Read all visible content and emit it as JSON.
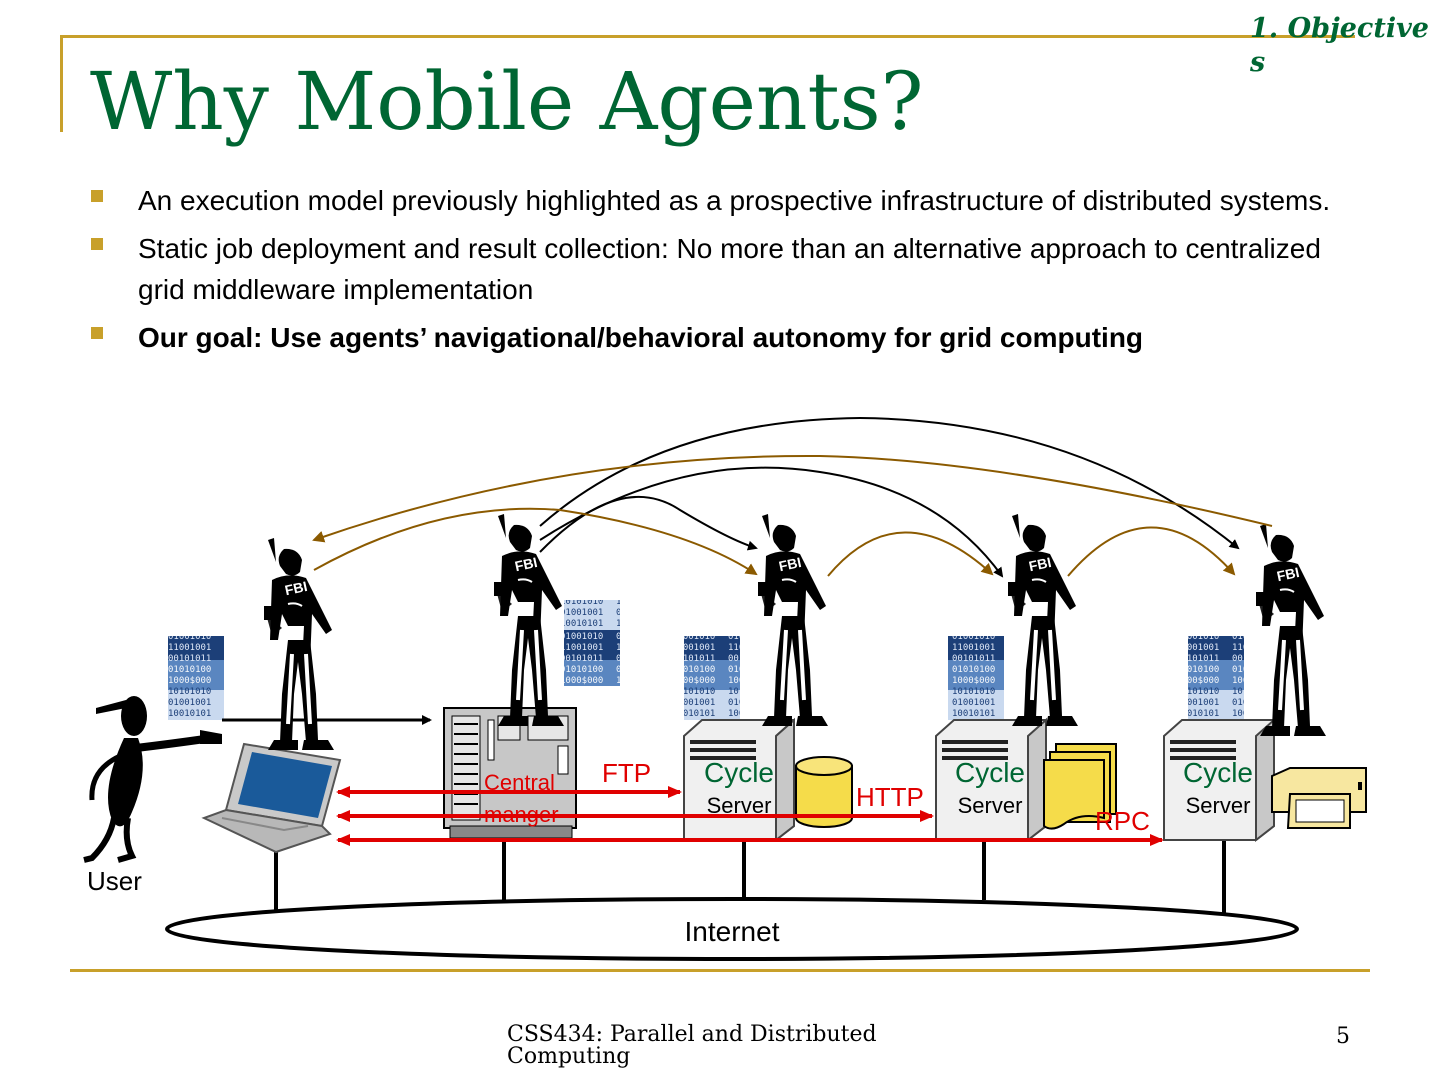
{
  "slide": {
    "title": "Why Mobile Agents?",
    "section_tag": "1. Objectives",
    "bullets": [
      {
        "text": "An execution model previously highlighted as a prospective infrastructure of distributed systems.",
        "bold": false
      },
      {
        "text": "Static job deployment and result collection: No more than an alternative approach to centralized grid middleware implementation",
        "bold": false
      },
      {
        "text": "Our goal: Use agents’ navigational/behavioral autonomy for grid computing",
        "bold": true
      }
    ],
    "footer": "CSS434: Parallel and Distributed Computing",
    "page_number": "5"
  },
  "diagram": {
    "user_label": "User",
    "internet_label": "Internet",
    "central_label_line1": "Central",
    "central_label_line2": "manger",
    "servers": [
      {
        "label1": "Cycle",
        "label2": "Server"
      },
      {
        "label1": "Cycle",
        "label2": "Server"
      },
      {
        "label1": "Cycle",
        "label2": "Server"
      }
    ],
    "protocols": {
      "ftp": "FTP",
      "http": "HTTP",
      "rpc": "RPC"
    },
    "agent_badge": "FBI",
    "colors": {
      "title_green": "#006633",
      "accent_gold": "#c8a02a",
      "protocol_red": "#e00000",
      "path_brown": "#8b5a00",
      "server_green": "#006633",
      "screen_blue": "#1a5a9a"
    }
  }
}
